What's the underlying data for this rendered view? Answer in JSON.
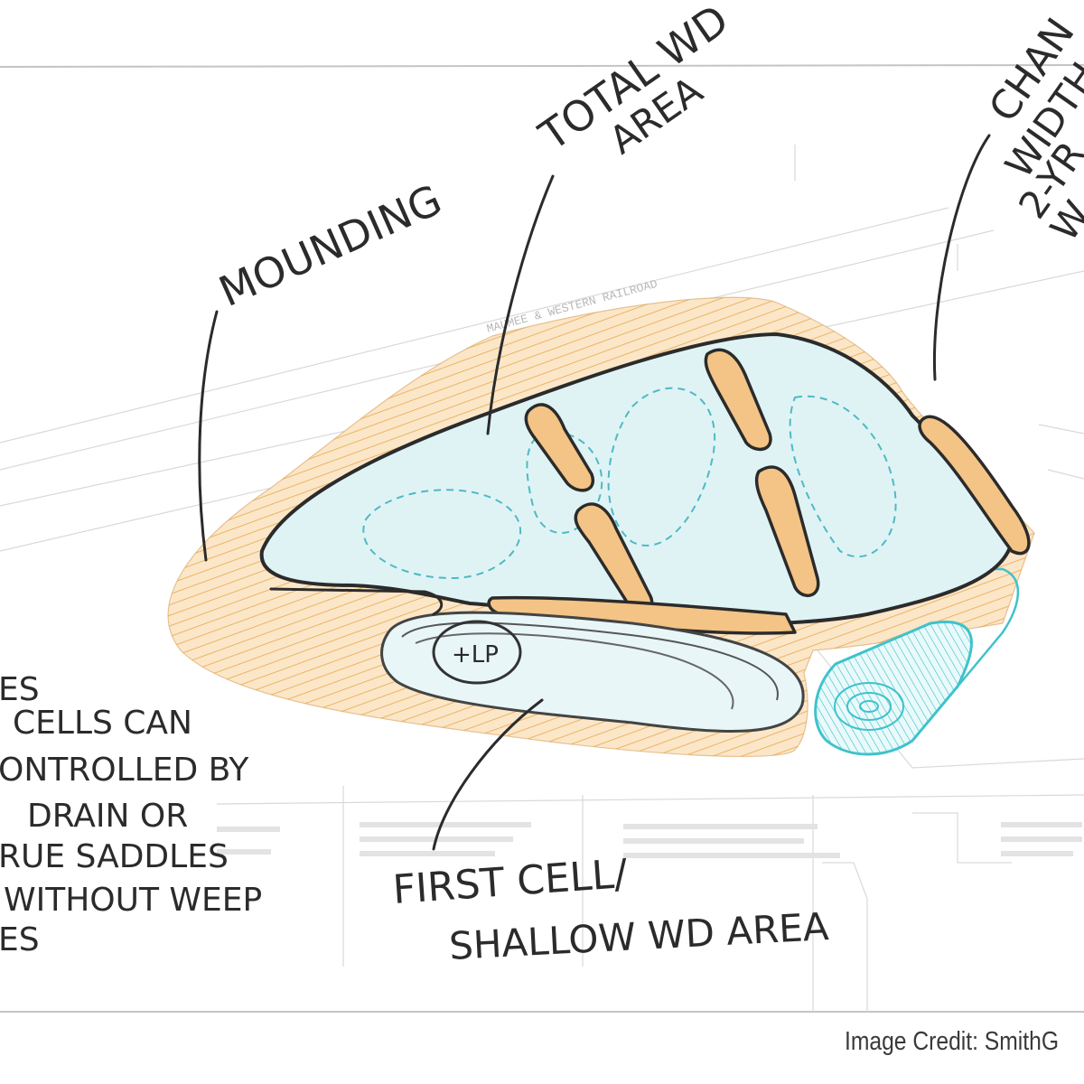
{
  "labels": {
    "mounding": "MOUNDING",
    "total_wd_line1": "TOTAL WD",
    "total_wd_line2": "AREA",
    "channel_line1": "CHAN",
    "channel_line2": "WIDTH",
    "channel_line3": "2-YR",
    "channel_line4": "W",
    "plp": "+LP",
    "first_cell_line1": "FIRST CELL/",
    "first_cell_line2": "SHALLOW WD AREA",
    "note_line1": "ES",
    "note_line2": "CELLS CAN",
    "note_line3": "ONTROLLED BY",
    "note_line4": "DRAIN OR",
    "note_line5": "RUE SADDLES",
    "note_line6": "WITHOUT WEEP",
    "note_line7": "ES"
  },
  "basemap": {
    "railroad_label": "MAUMEE & WESTERN RAILROAD"
  },
  "credit": "Image Credit: SmithG",
  "colors": {
    "mound_fill": "#fbe6c8",
    "mound_hatch": "#e8a84c",
    "water_fill": "#dff3f5",
    "water_dash": "#4fb9c4",
    "teal_cell": "#3fc2cc",
    "ink": "#2b2b2b"
  }
}
